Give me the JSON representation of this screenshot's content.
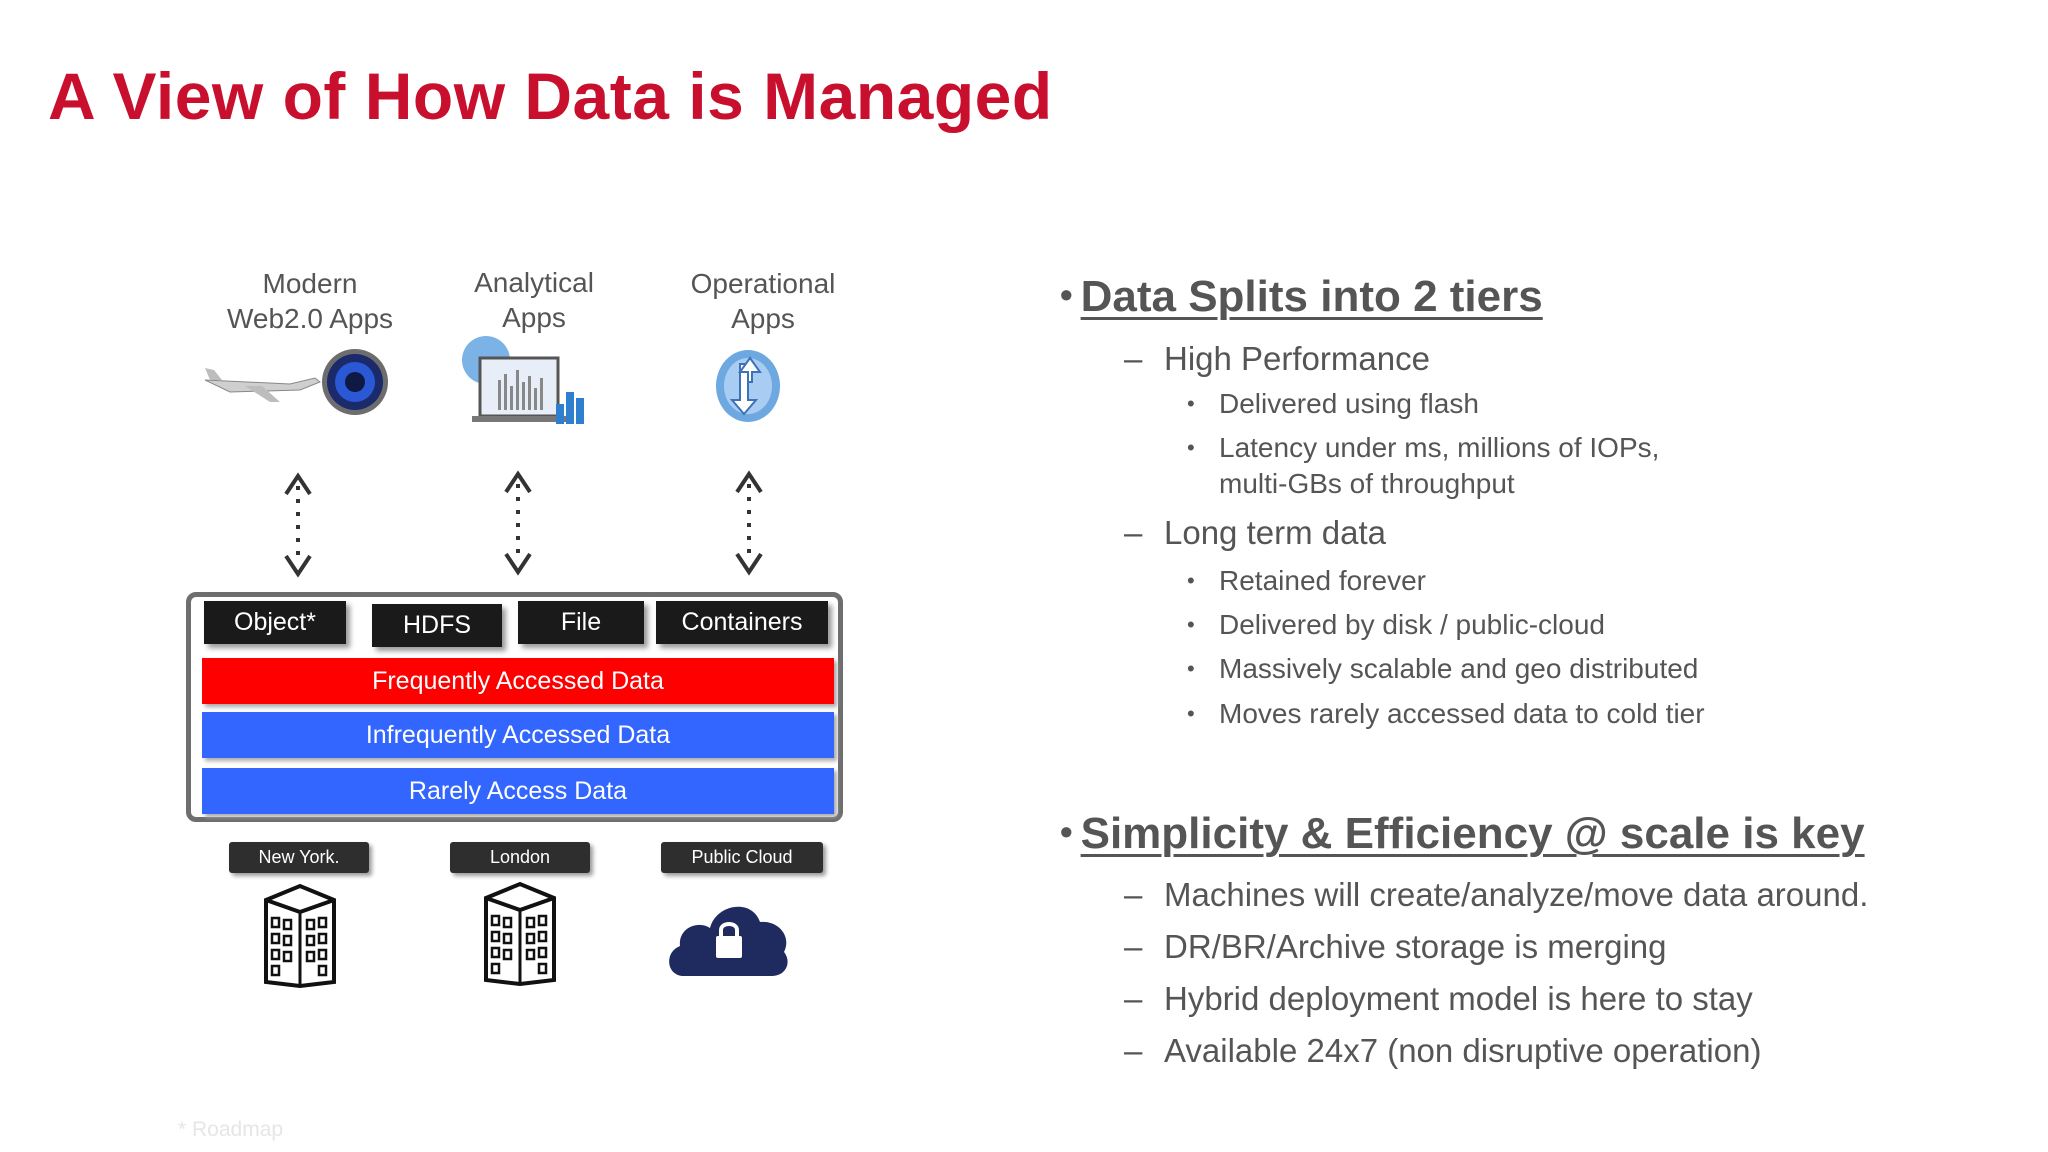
{
  "slide": {
    "title": "A View of How Data is Managed",
    "footnote": "* Roadmap"
  },
  "diagram": {
    "apps": [
      {
        "label": "Modern\nWeb2.0 Apps",
        "icon": "airplane-and-thermostat-icon"
      },
      {
        "label": "Analytical\nApps",
        "icon": "analytics-dashboard-icon"
      },
      {
        "label": "Operational\nApps",
        "icon": "sync-arrows-icon"
      }
    ],
    "protocols": [
      "Object*",
      "HDFS",
      "File",
      "Containers"
    ],
    "tiers": [
      {
        "label": "Frequently Accessed Data",
        "color": "#ff0000"
      },
      {
        "label": "Infrequently Accessed Data",
        "color": "#3366ff"
      },
      {
        "label": "Rarely Access Data",
        "color": "#3366ff"
      }
    ],
    "locations": [
      {
        "label": "New York.",
        "icon": "office-building-icon"
      },
      {
        "label": "London",
        "icon": "office-building-icon"
      },
      {
        "label": "Public Cloud",
        "icon": "cloud-lock-icon"
      }
    ]
  },
  "bullets": {
    "section1": {
      "heading": "Data Splits into 2 tiers",
      "items": [
        {
          "label": "High Performance",
          "subs": [
            "Delivered using flash",
            "Latency under ms, millions of IOPs,",
            "multi-GBs of throughput"
          ]
        },
        {
          "label": "Long term data",
          "subs": [
            "Retained forever",
            "Delivered by disk / public-cloud",
            "Massively scalable and geo distributed",
            "Moves rarely accessed data to cold tier"
          ]
        }
      ]
    },
    "section2": {
      "heading": "Simplicity & Efficiency @ scale is key",
      "items": [
        "Machines will create/analyze/move data around.",
        "DR/BR/Archive storage is merging",
        "Hybrid deployment model is here to stay",
        "Available 24x7 (non disruptive operation)"
      ]
    }
  },
  "colors": {
    "title": "#c8102e",
    "frequent_tier": "#ff0000",
    "cold_tiers": "#3366ff",
    "protocol_box": "#1a1a1a",
    "cloud": "#1f2a5e"
  }
}
